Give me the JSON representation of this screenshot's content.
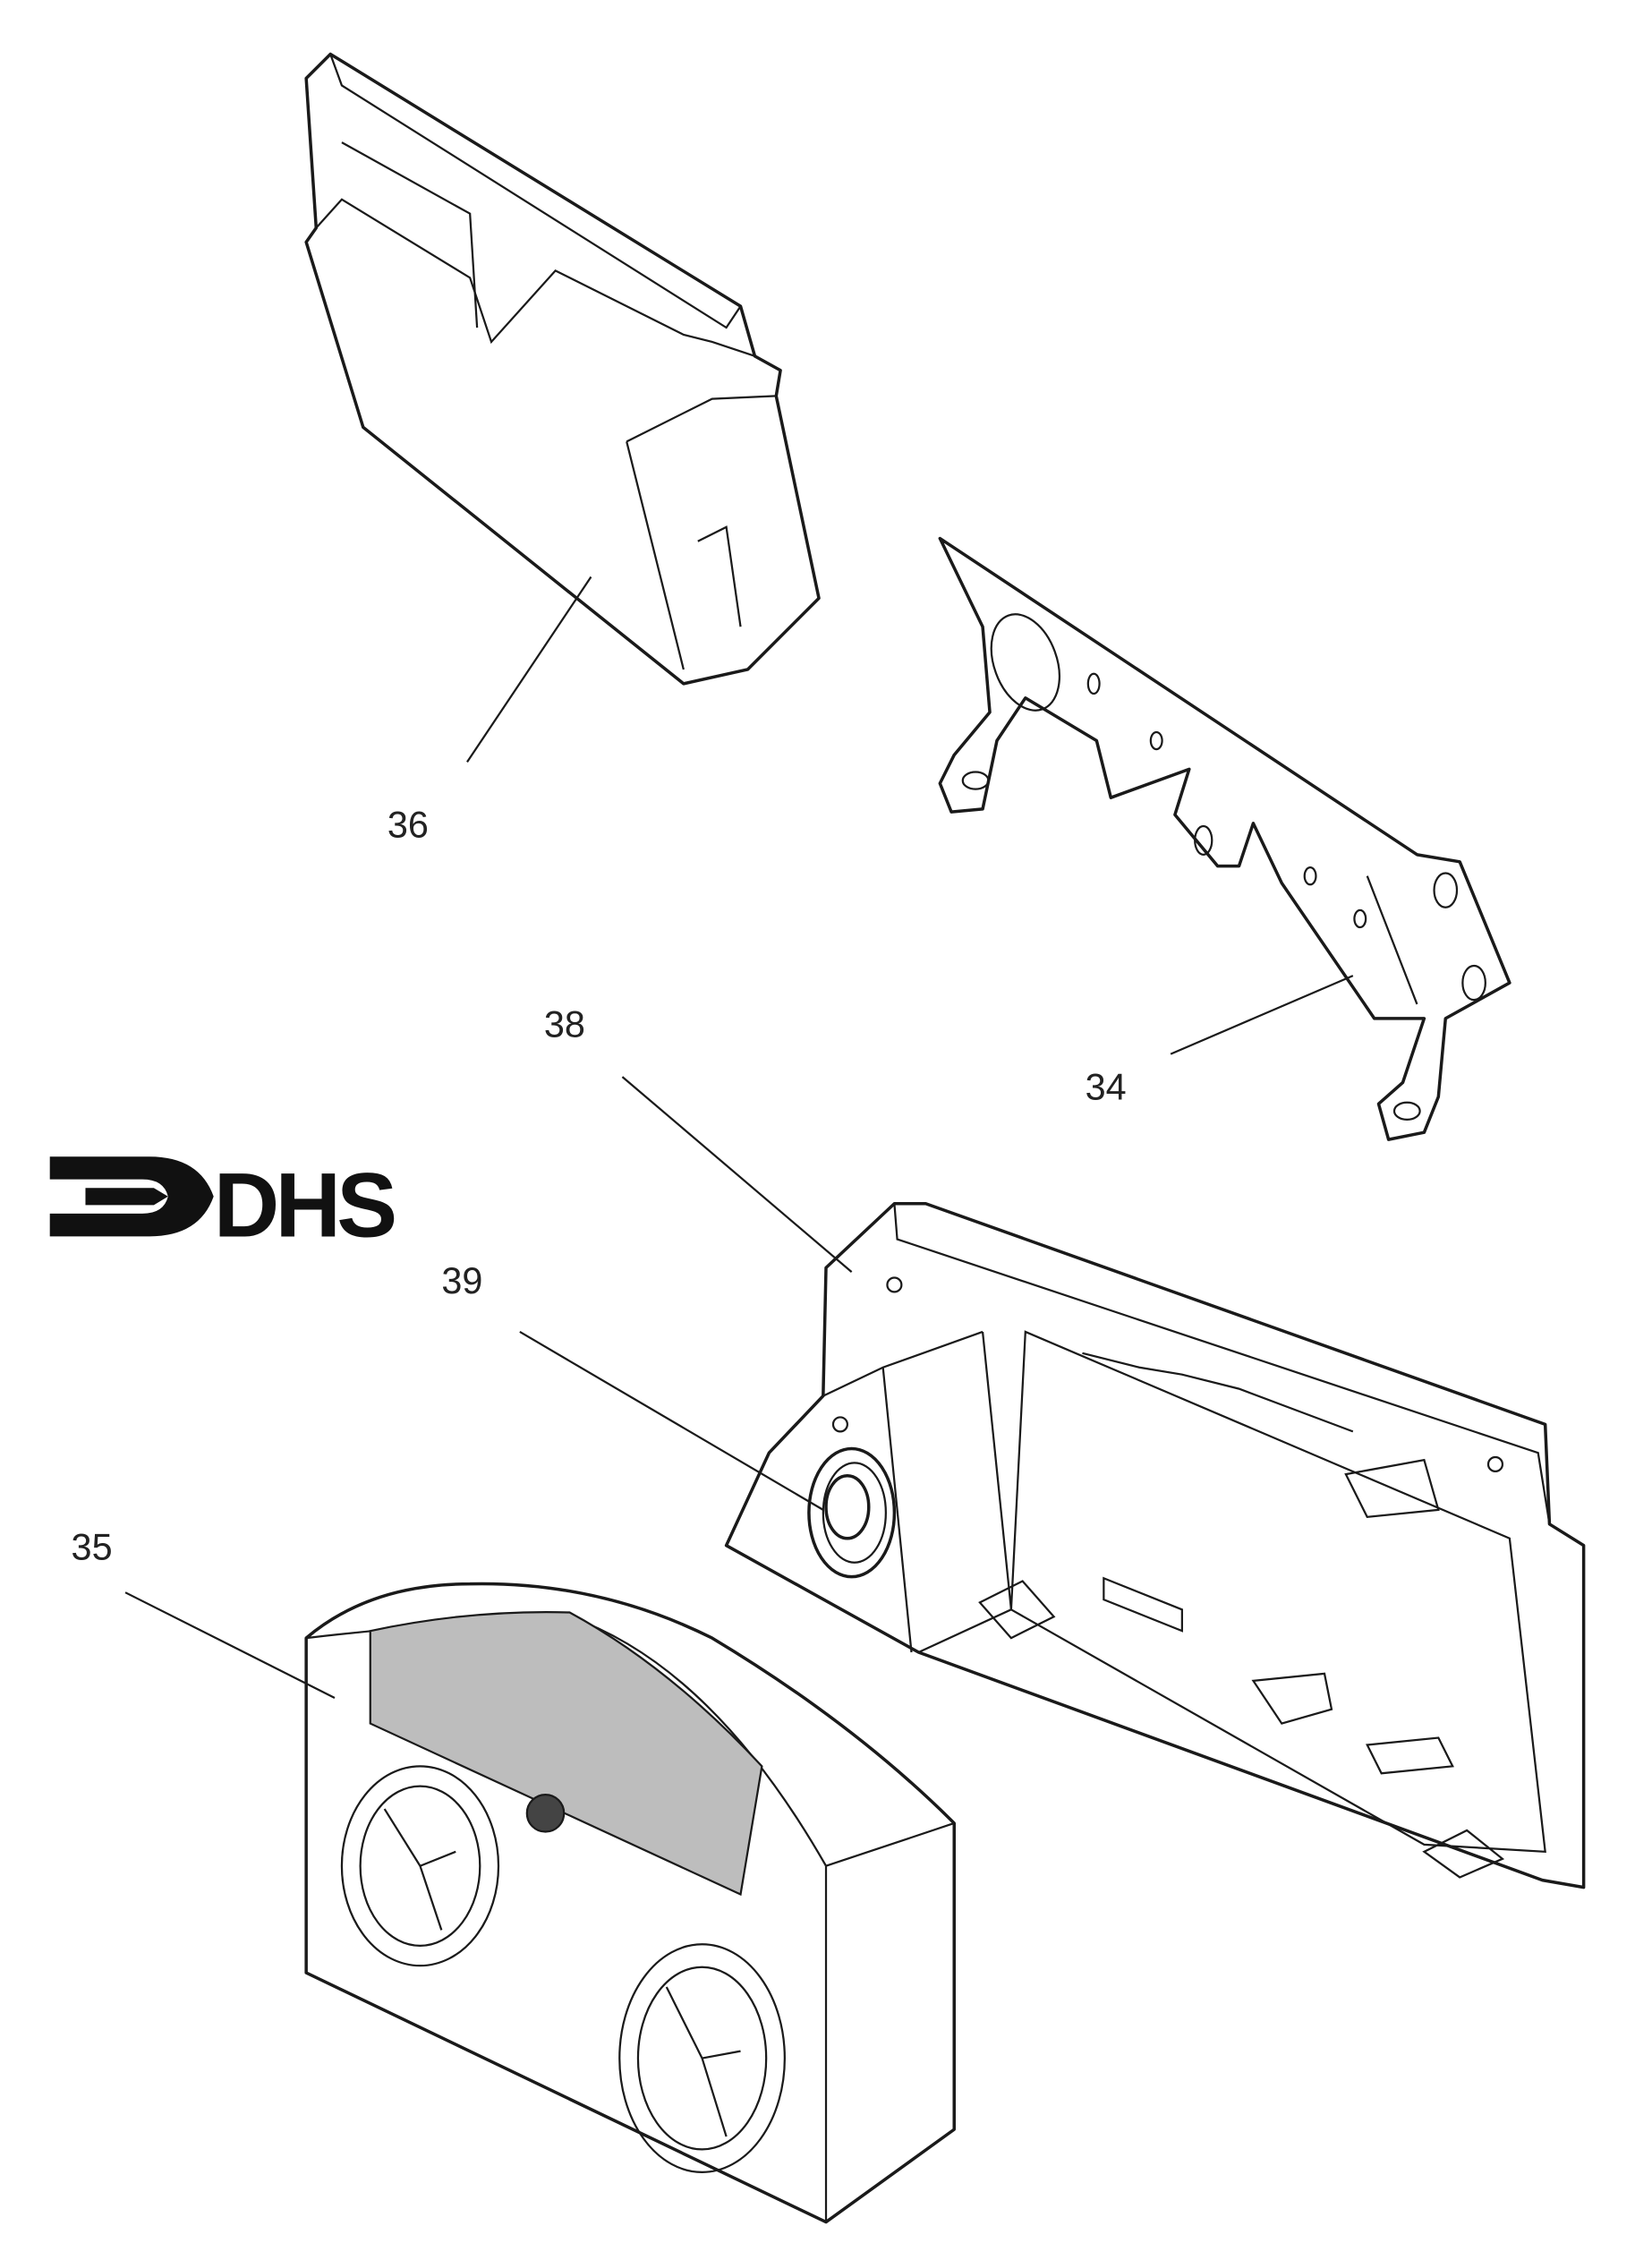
{
  "diagram": {
    "logo": {
      "text": "DHS",
      "color": "#111111"
    },
    "callouts": [
      {
        "id": "36",
        "label": "36"
      },
      {
        "id": "34",
        "label": "34"
      },
      {
        "id": "38",
        "label": "38"
      },
      {
        "id": "39",
        "label": "39"
      },
      {
        "id": "35",
        "label": "35"
      }
    ],
    "colors": {
      "line": "#1a1a1a",
      "display_band": "#bdbdbd",
      "background": "#ffffff"
    }
  }
}
